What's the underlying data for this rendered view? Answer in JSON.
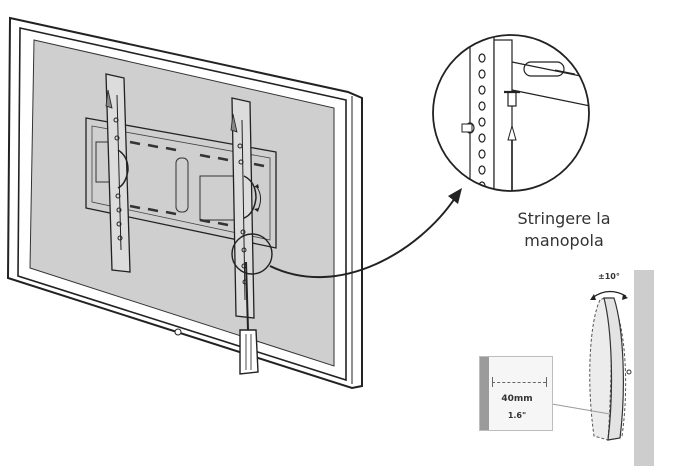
{
  "callout": {
    "line1": "Stringere la",
    "line2": "manopola"
  },
  "tilt": {
    "angle_label": "±10°"
  },
  "inset": {
    "depth_mm": "40mm",
    "depth_in": "1.6\""
  },
  "colors": {
    "screen": "#cfcfcf",
    "frame": "#ffffff",
    "line": "#222222",
    "wall": "#d4d4d4",
    "inset_bg": "#f6f6f6"
  }
}
